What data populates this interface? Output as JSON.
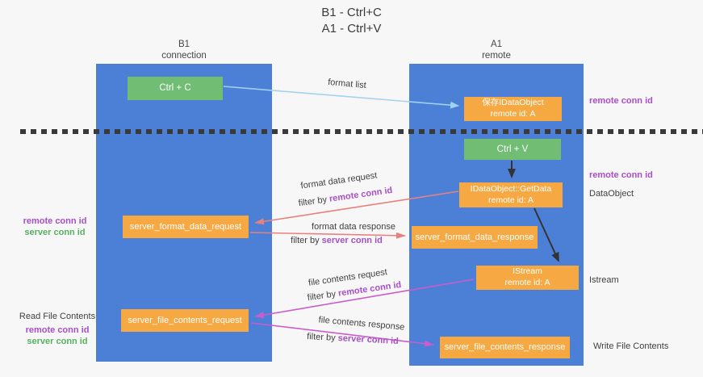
{
  "title": {
    "line1": "B1 - Ctrl+C",
    "line2": "A1 - Ctrl+V"
  },
  "lanes": {
    "left": {
      "title": "B1",
      "subtitle": "connection"
    },
    "right": {
      "title": "A1",
      "subtitle": "remote"
    }
  },
  "boxes": {
    "ctrl_c": {
      "label": "Ctrl + C"
    },
    "save_idataobject": {
      "line1": "保存IDataObject",
      "line2": "remote id: A"
    },
    "ctrl_v": {
      "label": "Ctrl + V"
    },
    "getdata": {
      "line1": "IDataObject::GetData",
      "line2": "remote id: A"
    },
    "format_request": {
      "label": "server_format_data_request"
    },
    "format_response": {
      "label": "server_format_data_response"
    },
    "istream": {
      "line1": "IStream",
      "line2": "remote id: A"
    },
    "file_request": {
      "label": "server_file_contents_request"
    },
    "file_response": {
      "label": "server_file_contents_response"
    }
  },
  "arrow_labels": {
    "format_list": "format list",
    "format_data_request": "format data request",
    "format_data_response": "format data response",
    "file_contents_request": "file contents request",
    "file_contents_response": "file contents response",
    "filter_by": "filter by ",
    "remote_conn_id": "remote conn id",
    "server_conn_id": "server conn id"
  },
  "side_labels": {
    "right_remote_conn_id_top": "remote conn id",
    "right_remote_conn_id_mid": "remote conn id",
    "data_object": "DataObject",
    "istream": "Istream",
    "write_file_contents": "Write File Contents",
    "left_remote_conn_id_top": "remote conn id",
    "left_server_conn_id_top": "server conn id",
    "read_file_contents": "Read File Contents",
    "left_remote_conn_id_bottom": "remote conn id",
    "left_server_conn_id_bottom": "server conn id"
  },
  "colors": {
    "background": "#f7f7f7",
    "lane_blue": "#4b80d6",
    "box_green": "#71bd74",
    "box_orange": "#f6a843",
    "arrow_lightblue": "#a3d2f0",
    "arrow_black": "#333333",
    "arrow_salmon": "#e8817c",
    "arrow_magenta": "#cb5ccb",
    "text_purple": "#a84fc8",
    "text_green": "#55b060",
    "text_dark": "#3f3f3f"
  }
}
